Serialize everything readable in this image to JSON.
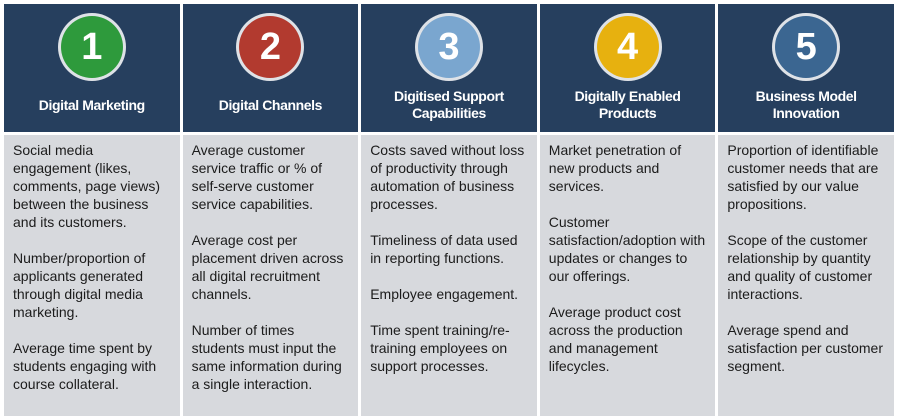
{
  "columns": [
    {
      "number": "1",
      "title": "Digital Marketing",
      "circle_color": "#2e9a3c",
      "items": [
        "Social media engagement (likes, comments, page views) between the business and its customers.",
        "Number/proportion of applicants generated through digital media marketing.",
        "Average time spent by students engaging with course collateral."
      ]
    },
    {
      "number": "2",
      "title": "Digital Channels",
      "circle_color": "#b23a2f",
      "items": [
        "Average customer service traffic or % of self-serve customer service capabilities.",
        "Average cost per placement driven across all digital recruitment channels.",
        "Number of times students must input the same information during a single interaction."
      ]
    },
    {
      "number": "3",
      "title": "Digitised Support Capabilities",
      "circle_color": "#7aa6cf",
      "items": [
        "Costs saved without loss of productivity through automation of business processes.",
        "Timeliness of data used in reporting functions.",
        "Employee engagement.",
        "Time spent training/re-training employees on support processes."
      ]
    },
    {
      "number": "4",
      "title": "Digitally Enabled Products",
      "circle_color": "#e7b10f",
      "items": [
        "Market penetration of new products and services.",
        "Customer satisfaction/adoption with updates or changes to our offerings.",
        "Average product cost across the production and management lifecycles."
      ]
    },
    {
      "number": "5",
      "title": "Business Model Innovation",
      "circle_color": "#3b6691",
      "items": [
        "Proportion of identifiable customer needs that are satisfied by our value propositions.",
        "Scope of the customer relationship by quantity and quality of customer interactions.",
        "Average spend and satisfaction per customer segment."
      ]
    }
  ]
}
